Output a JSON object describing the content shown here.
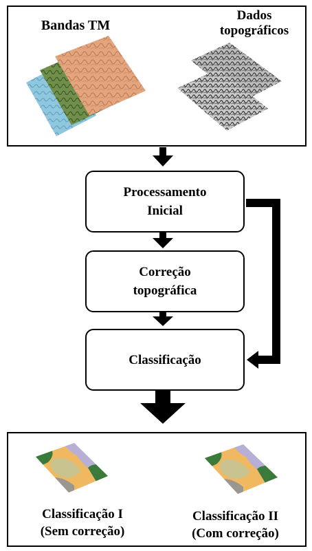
{
  "inputs": {
    "tm_bands_label": "Bandas TM",
    "topo_label_line1": "Dados",
    "topo_label_line2": "topográficos"
  },
  "steps": {
    "initial_line1": "Processamento",
    "initial_line2": "Inicial",
    "correction_line1": "Correção",
    "correction_line2": "topográfica",
    "classification": "Classificação"
  },
  "outputs": {
    "class1_line1": "Classificação I",
    "class1_line2": "(Sem correção)",
    "class2_line1": "Classificação II",
    "class2_line2": "(Com correção)"
  },
  "colors": {
    "tm_band_blue": "#8fc7df",
    "tm_band_green": "#6f8f4a",
    "tm_band_orange": "#e4a57e",
    "map_orange": "#f0b860",
    "map_purple": "#b7afd6",
    "map_green": "#3a7a3a",
    "map_tan": "#c9c48f",
    "map_grey": "#9a9690"
  }
}
